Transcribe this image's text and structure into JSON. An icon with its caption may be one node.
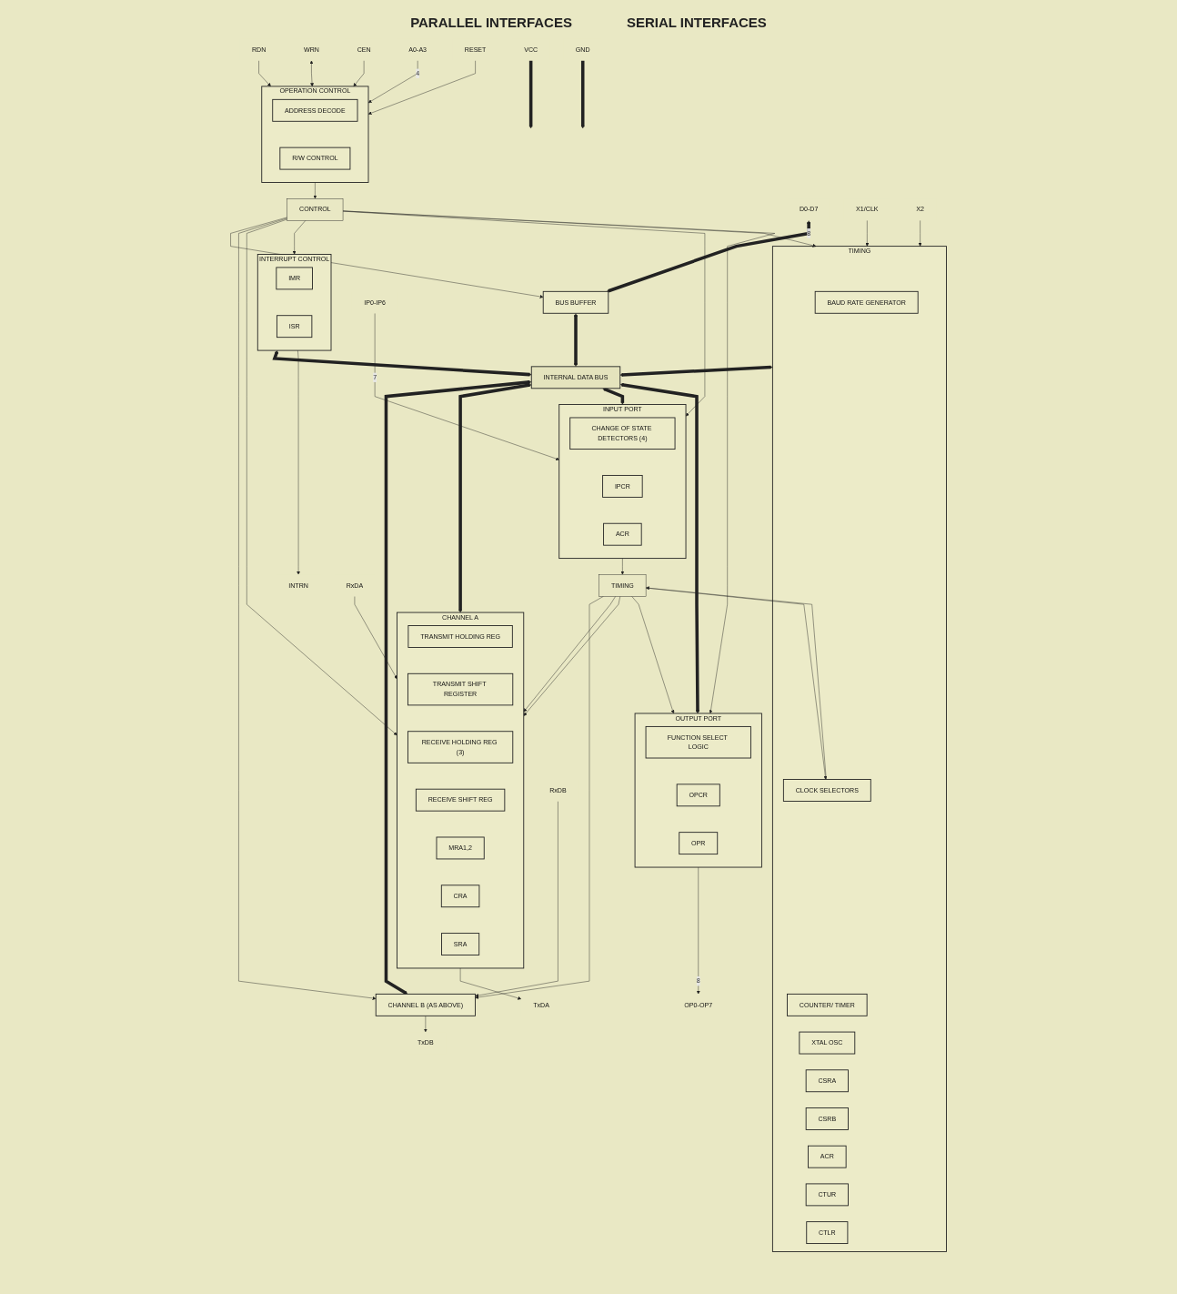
{
  "diagram": {
    "nodes": [
      {
        "text": [
          "D0-D7"
        ]
      },
      {
        "text": [
          "BUS BUFFER"
        ]
      },
      {
        "text": [
          "OPERATION CONTROL"
        ]
      },
      {
        "text": [
          "ADDRESS DECODE"
        ],
        "in": 2
      },
      {
        "text": [
          "R/W CONTROL"
        ],
        "in": 2
      },
      {
        "text": [
          "RDN"
        ]
      },
      {
        "text": [
          "WRN"
        ]
      },
      {
        "text": [
          "CEN"
        ]
      },
      {
        "text": [
          "A0-A3"
        ]
      },
      {
        "text": [
          "RESET"
        ]
      },
      {
        "text": [
          "INTERRUPT CONTROL"
        ]
      },
      {
        "text": [
          "IMR"
        ],
        "in": 10
      },
      {
        "text": [
          "ISR"
        ],
        "in": 10
      },
      {
        "text": [
          "INTRN"
        ]
      },
      {
        "text": [
          "TIMING"
        ]
      },
      {
        "text": [
          "BAUD RATE GENERATOR"
        ],
        "in": 14
      },
      {
        "text": [
          "CLOCK SELECTORS"
        ],
        "in": 14
      },
      {
        "text": [
          "COUNTER/ TIMER"
        ],
        "in": 14
      },
      {
        "text": [
          "XTAL OSC"
        ],
        "in": 14
      },
      {
        "text": [
          "CSRA"
        ],
        "in": 14
      },
      {
        "text": [
          "CSRB"
        ],
        "in": 14
      },
      {
        "text": [
          "ACR"
        ],
        "in": 14
      },
      {
        "text": [
          "CTUR"
        ],
        "in": 14
      },
      {
        "text": [
          "CTLR"
        ],
        "in": 14
      },
      {
        "text": [
          "X1/CLK"
        ]
      },
      {
        "text": [
          "X2"
        ]
      },
      {
        "text": [
          "VCC"
        ]
      },
      {
        "text": [
          "GND"
        ]
      },
      {
        "text": [
          "CONTROL"
        ]
      },
      {
        "text": [
          "TIMING"
        ]
      },
      {
        "text": [
          "INTERNAL DATA BUS"
        ]
      },
      {
        "text": [
          "CHANNEL A"
        ]
      },
      {
        "text": [
          "TRANSMIT HOLDING REG"
        ],
        "in": 31
      },
      {
        "text": [
          "TRANSMIT SHIFT REGISTER"
        ],
        "in": 31
      },
      {
        "text": [
          "RECEIVE HOLDING REG (3)"
        ],
        "in": 31
      },
      {
        "text": [
          "RECEIVE SHIFT REG"
        ],
        "in": 31
      },
      {
        "text": [
          "MRA1,2"
        ],
        "in": 31
      },
      {
        "text": [
          "CRA"
        ],
        "in": 31
      },
      {
        "text": [
          "SRA"
        ],
        "in": 31
      },
      {
        "text": [
          "TxDA"
        ]
      },
      {
        "text": [
          "RxDA"
        ]
      },
      {
        "text": [
          "CHANNEL B (AS ABOVE)"
        ]
      },
      {
        "text": [
          "TxDB"
        ]
      },
      {
        "text": [
          "RxDB"
        ]
      },
      {
        "text": [
          "INPUT PORT"
        ]
      },
      {
        "text": [
          "CHANGE OF STATE DETECTORS (4)"
        ],
        "in": 44
      },
      {
        "text": [
          "IPCR"
        ],
        "in": 44
      },
      {
        "text": [
          "ACR"
        ],
        "in": 44
      },
      {
        "text": [
          "IP0-IP6"
        ]
      },
      {
        "text": [
          "OUTPUT PORT"
        ]
      },
      {
        "text": [
          "FUNCTION SELECT LOGIC"
        ],
        "in": 49
      },
      {
        "text": [
          "OPCR"
        ],
        "in": 49
      },
      {
        "text": [
          "OPR"
        ],
        "in": 49
      },
      {
        "text": [
          "OP0-OP7"
        ]
      }
    ],
    "edges": [
      {
        "from": 0,
        "to": 1,
        "arrow": "both",
        "label": "8",
        "style": "thick"
      },
      {
        "from": 1,
        "to": 30,
        "arrow": "both",
        "style": "thick"
      },
      {
        "from": 28,
        "to": 1,
        "arrow": "to"
      },
      {
        "from": 5,
        "to": 2,
        "arrow": "to"
      },
      {
        "from": 6,
        "to": 2,
        "arrow": "both"
      },
      {
        "from": 7,
        "to": 2,
        "arrow": "to"
      },
      {
        "from": 8,
        "to": 2,
        "arrow": "to",
        "label": "4"
      },
      {
        "from": 9,
        "to": 2,
        "arrow": "to"
      },
      {
        "from": 2,
        "to": 28,
        "arrow": "to"
      },
      {
        "from": 29,
        "to": 31,
        "arrow": "to"
      },
      {
        "from": 28,
        "to": 31,
        "arrow": "to"
      },
      {
        "from": 30,
        "to": 31,
        "arrow": "both",
        "style": "thick"
      },
      {
        "from": 29,
        "to": 31,
        "arrow": "to"
      },
      {
        "from": 31,
        "to": 39,
        "arrow": "to"
      },
      {
        "from": 40,
        "to": 31,
        "arrow": "to"
      },
      {
        "from": 28,
        "to": 10,
        "arrow": "to"
      },
      {
        "from": 10,
        "to": 30,
        "arrow": "both",
        "style": "thick"
      },
      {
        "from": 10,
        "to": 13,
        "arrow": "to"
      },
      {
        "from": 29,
        "to": 41,
        "arrow": "to"
      },
      {
        "from": 30,
        "to": 41,
        "arrow": "both",
        "style": "thick"
      },
      {
        "from": 28,
        "to": 41,
        "arrow": "to"
      },
      {
        "from": 41,
        "to": 42,
        "arrow": "to"
      },
      {
        "from": 43,
        "to": 41,
        "arrow": "to"
      },
      {
        "from": 44,
        "to": 29,
        "arrow": "to"
      },
      {
        "from": 30,
        "to": 44,
        "arrow": "both",
        "style": "thick"
      },
      {
        "from": 28,
        "to": 44,
        "arrow": "to"
      },
      {
        "from": 48,
        "to": 44,
        "arrow": "to",
        "label": "7"
      },
      {
        "from": 29,
        "to": 16,
        "arrow": "to"
      },
      {
        "from": 16,
        "to": 29,
        "arrow": "to"
      },
      {
        "from": 29,
        "to": 49,
        "arrow": "to"
      },
      {
        "from": 14,
        "to": 30,
        "arrow": "both",
        "style": "thick"
      },
      {
        "from": 30,
        "to": 49,
        "arrow": "both",
        "style": "thick"
      },
      {
        "from": 28,
        "to": 14,
        "arrow": "to"
      },
      {
        "from": 28,
        "to": 49,
        "arrow": "to"
      },
      {
        "from": 49,
        "to": 53,
        "arrow": "to",
        "label": "8"
      },
      {
        "from": 24,
        "to": 14,
        "arrow": "to"
      },
      {
        "from": 25,
        "to": 14,
        "arrow": "to"
      },
      {
        "from": 26,
        "to": null,
        "arrow": "to",
        "style": "thick"
      },
      {
        "from": 27,
        "to": null,
        "arrow": "to",
        "style": "thick"
      }
    ],
    "labels": [
      "PARALLEL INTERFACES",
      "SERIAL INTERFACES"
    ]
  }
}
